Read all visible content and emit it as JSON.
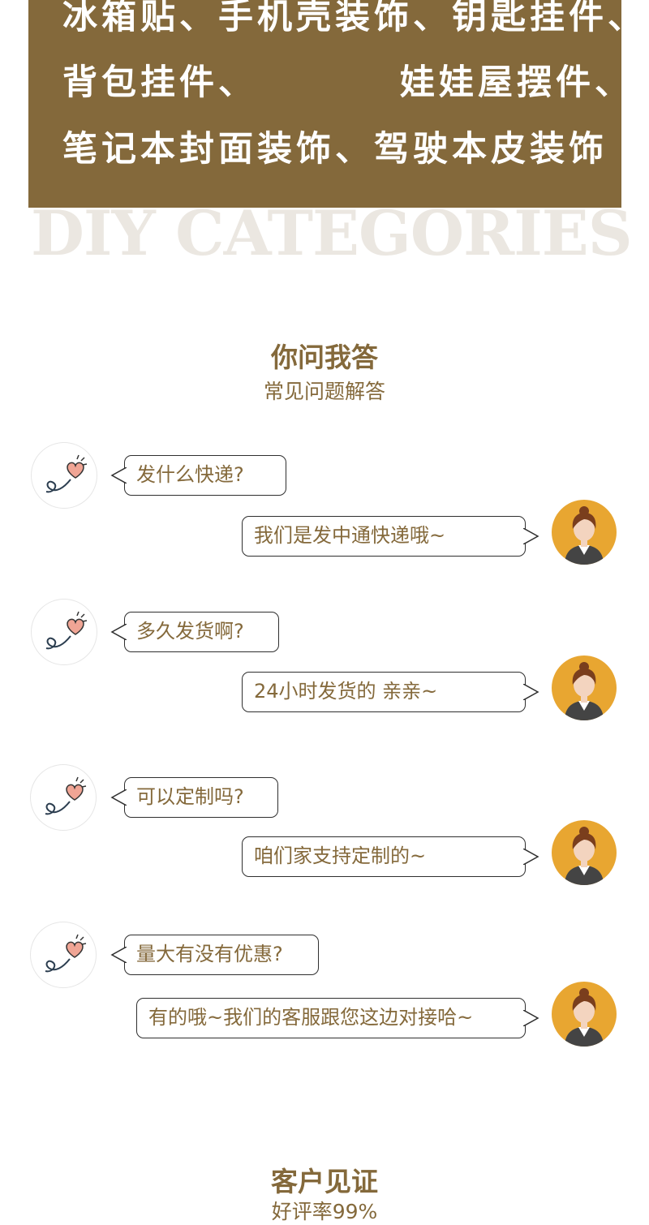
{
  "banner": {
    "line1": "冰箱贴、手机壳装饰、钥匙挂件、",
    "line2a": "背包挂件、",
    "line2b": "娃娃屋摆件、",
    "line3": "笔记本封面装饰、驾驶本皮装饰",
    "bg_color": "#84693b"
  },
  "watermark": "DIY CATEGORIES",
  "faq": {
    "title": "你问我答",
    "subtitle": "常见问题解答",
    "items": [
      {
        "question": "发什么快递?",
        "answer": "我们是发中通快递哦~"
      },
      {
        "question": "多久发货啊?",
        "answer": "24小时发货的 亲亲~"
      },
      {
        "question": "可以定制吗?",
        "answer": "咱们家支持定制的~"
      },
      {
        "question": "量大有没有优惠?",
        "answer": "有的哦~我们的客服跟您这边对接哈~"
      }
    ]
  },
  "testimonials": {
    "title": "客户见证",
    "subtitle": "好评率99%"
  },
  "colors": {
    "accent": "#84693b",
    "avatar_bg": "#e8a631",
    "watermark": "#ebe7e1"
  }
}
